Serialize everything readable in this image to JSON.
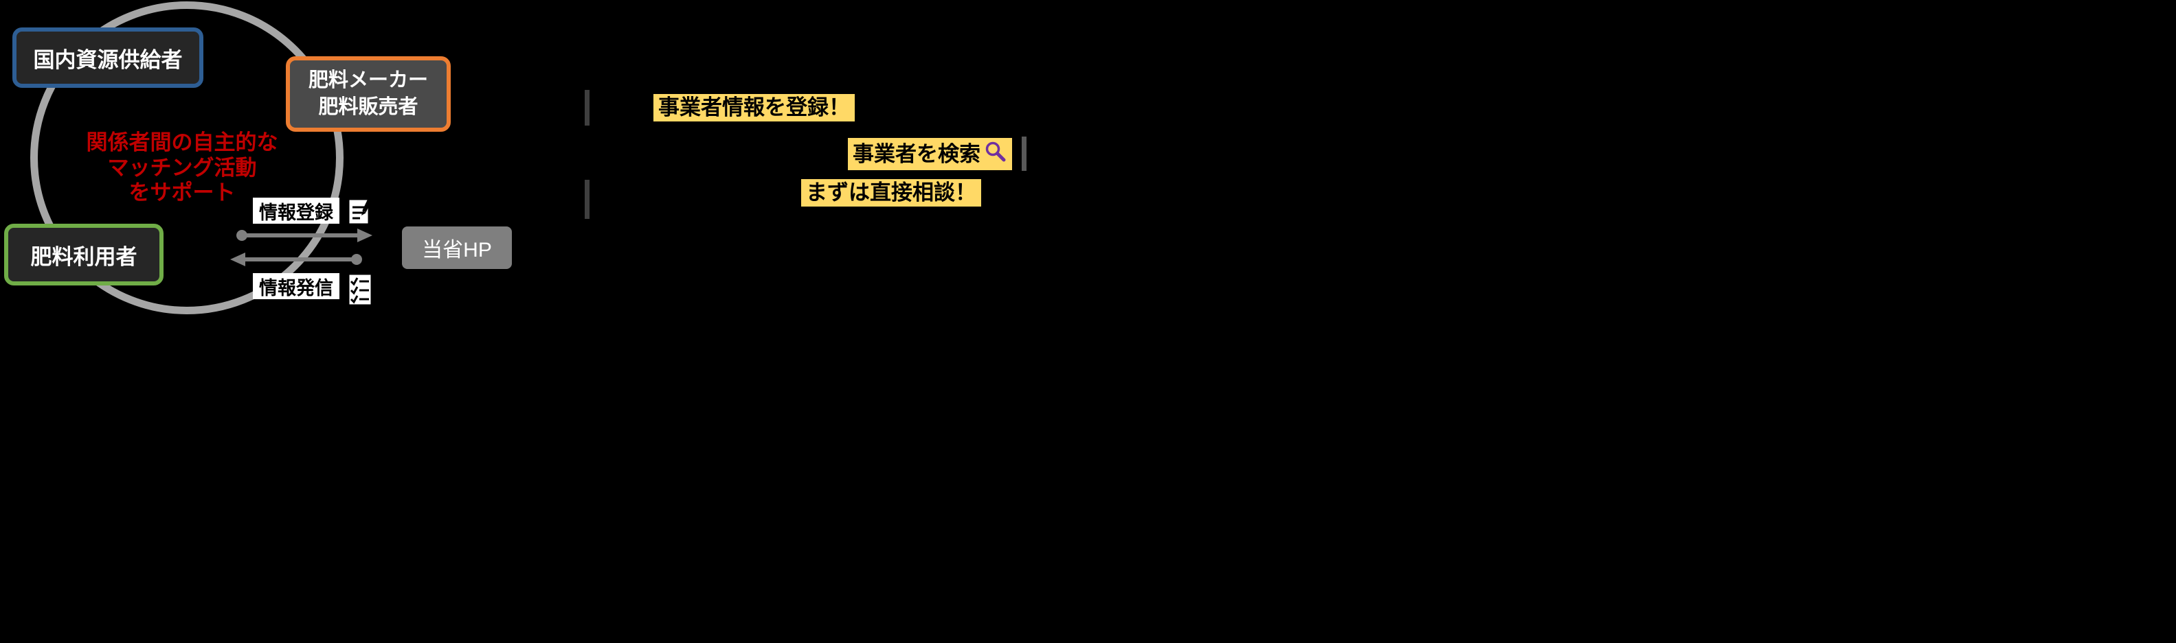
{
  "background_color": "#000000",
  "diagram": {
    "cycle_ring_color": "#A6A6A6",
    "boxes": {
      "supplier": {
        "label": "国内資源供給者",
        "border_color": "#2E5E94"
      },
      "maker": {
        "lines": [
          "肥料メーカー",
          "肥料販売者"
        ],
        "border_color": "#ED7D31"
      },
      "user": {
        "label": "肥料利用者",
        "border_color": "#70AD47"
      }
    },
    "center_note": {
      "lines": [
        "関係者間の自主的な",
        "マッチング活動",
        "をサポート"
      ],
      "color": "#C00000"
    },
    "flows": {
      "arrow_color": "#808080",
      "register": {
        "label": "情報登録",
        "icon": "form-pencil-icon",
        "direction": "right"
      },
      "publish": {
        "label": "情報発信",
        "icon": "checklist-icon",
        "direction": "left"
      }
    },
    "hp_box": {
      "label": "当省HP",
      "fill_color": "#7F7F7F"
    }
  },
  "callouts": {
    "highlight_color": "#FFD966",
    "register_info": "事業者情報を登録！",
    "search": "事業者を検索",
    "search_icon": "magnifier-icon",
    "search_icon_color": "#7030A0",
    "consult": "まずは直接相談！"
  }
}
